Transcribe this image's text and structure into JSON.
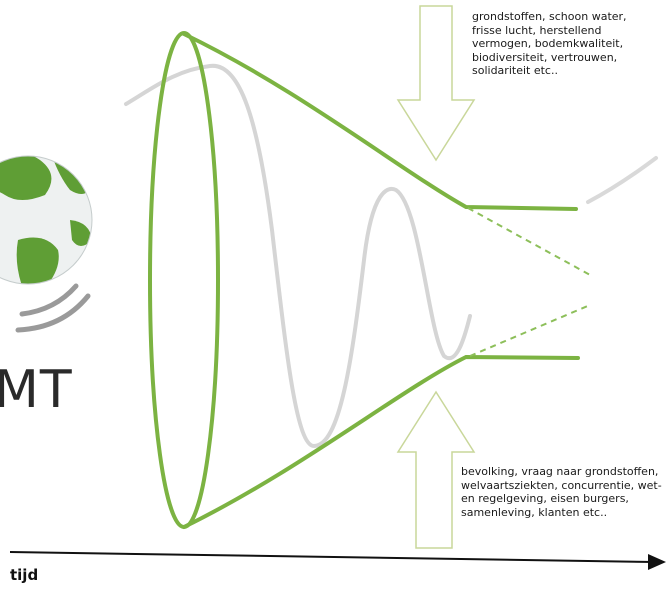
{
  "top_pressures": [
    "grondstoffen, schoon water,",
    "frisse lucht, herstellend",
    "vermogen, bodemkwaliteit,",
    "biodiversiteit, vertrouwen,",
    "solidariteit etc.."
  ],
  "bottom_pressures": [
    "bevolking, vraag naar grondstoffen,",
    "welvaartsziekten, concurrentie, wet-",
    "en regelgeving, eisen burgers,",
    "samenleving, klanten etc.."
  ],
  "axis_label": "tijd",
  "brand_fragment": "MT",
  "colors": {
    "funnel_green": "#7cb342",
    "wave_gray": "#d5d5d5",
    "arrow_outline": "#c9d79a",
    "earth_green": "#5f9e35",
    "earth_blue": "#e9eeee",
    "axis": "#111111"
  },
  "icons": [
    "globe-icon",
    "motion-lines-icon",
    "pressure-arrow-down-icon",
    "pressure-arrow-up-icon",
    "time-arrow-icon"
  ]
}
